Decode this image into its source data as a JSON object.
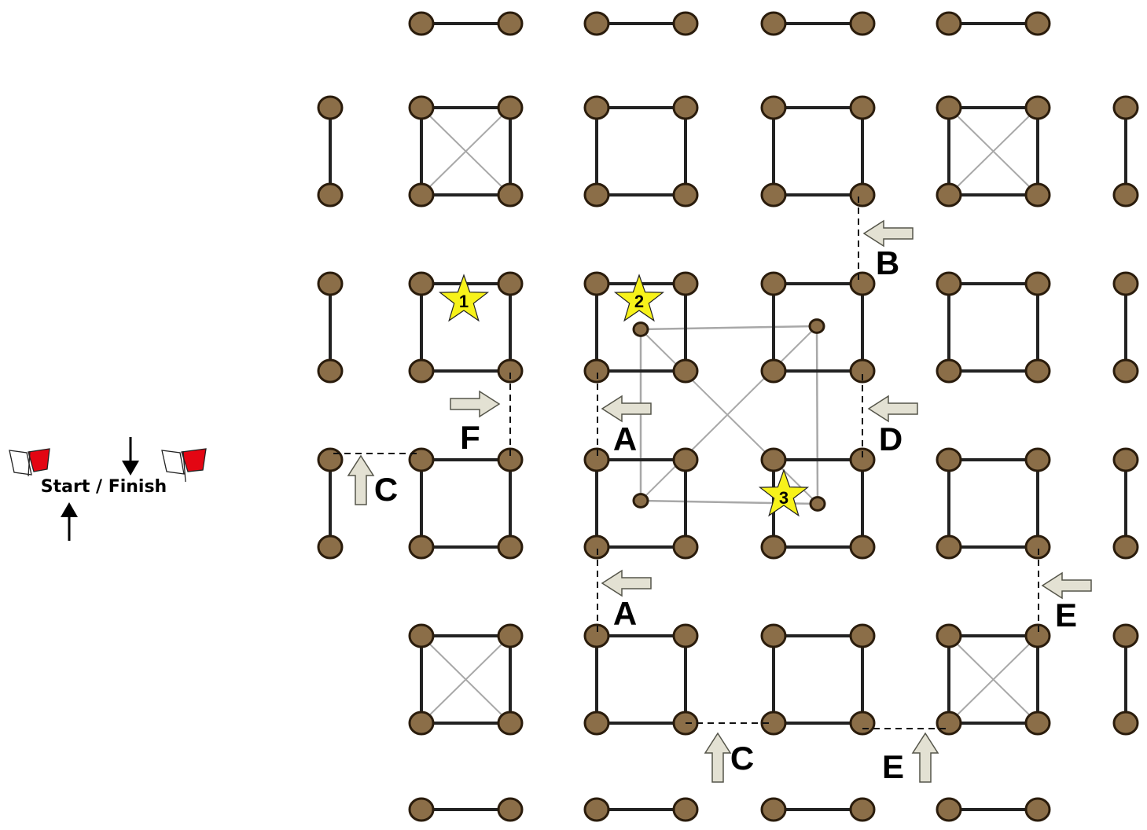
{
  "start_finish": {
    "label": "Start / Finish"
  },
  "stars": [
    {
      "number": "1"
    },
    {
      "number": "2"
    },
    {
      "number": "3"
    }
  ],
  "gates": [
    {
      "letter": "A"
    },
    {
      "letter": "A"
    },
    {
      "letter": "B"
    },
    {
      "letter": "C"
    },
    {
      "letter": "C"
    },
    {
      "letter": "D"
    },
    {
      "letter": "E"
    },
    {
      "letter": "E"
    },
    {
      "letter": "F"
    }
  ],
  "colors": {
    "post_fill": "#8b6e48",
    "post_stroke": "#2a1c0c",
    "rail": "#222222",
    "diagonal": "#a8a8a8",
    "star_fill": "#f7f21a",
    "flag_red": "#e30613",
    "arrow_fill": "#e3e1d3",
    "arrow_stroke": "#55554a"
  }
}
